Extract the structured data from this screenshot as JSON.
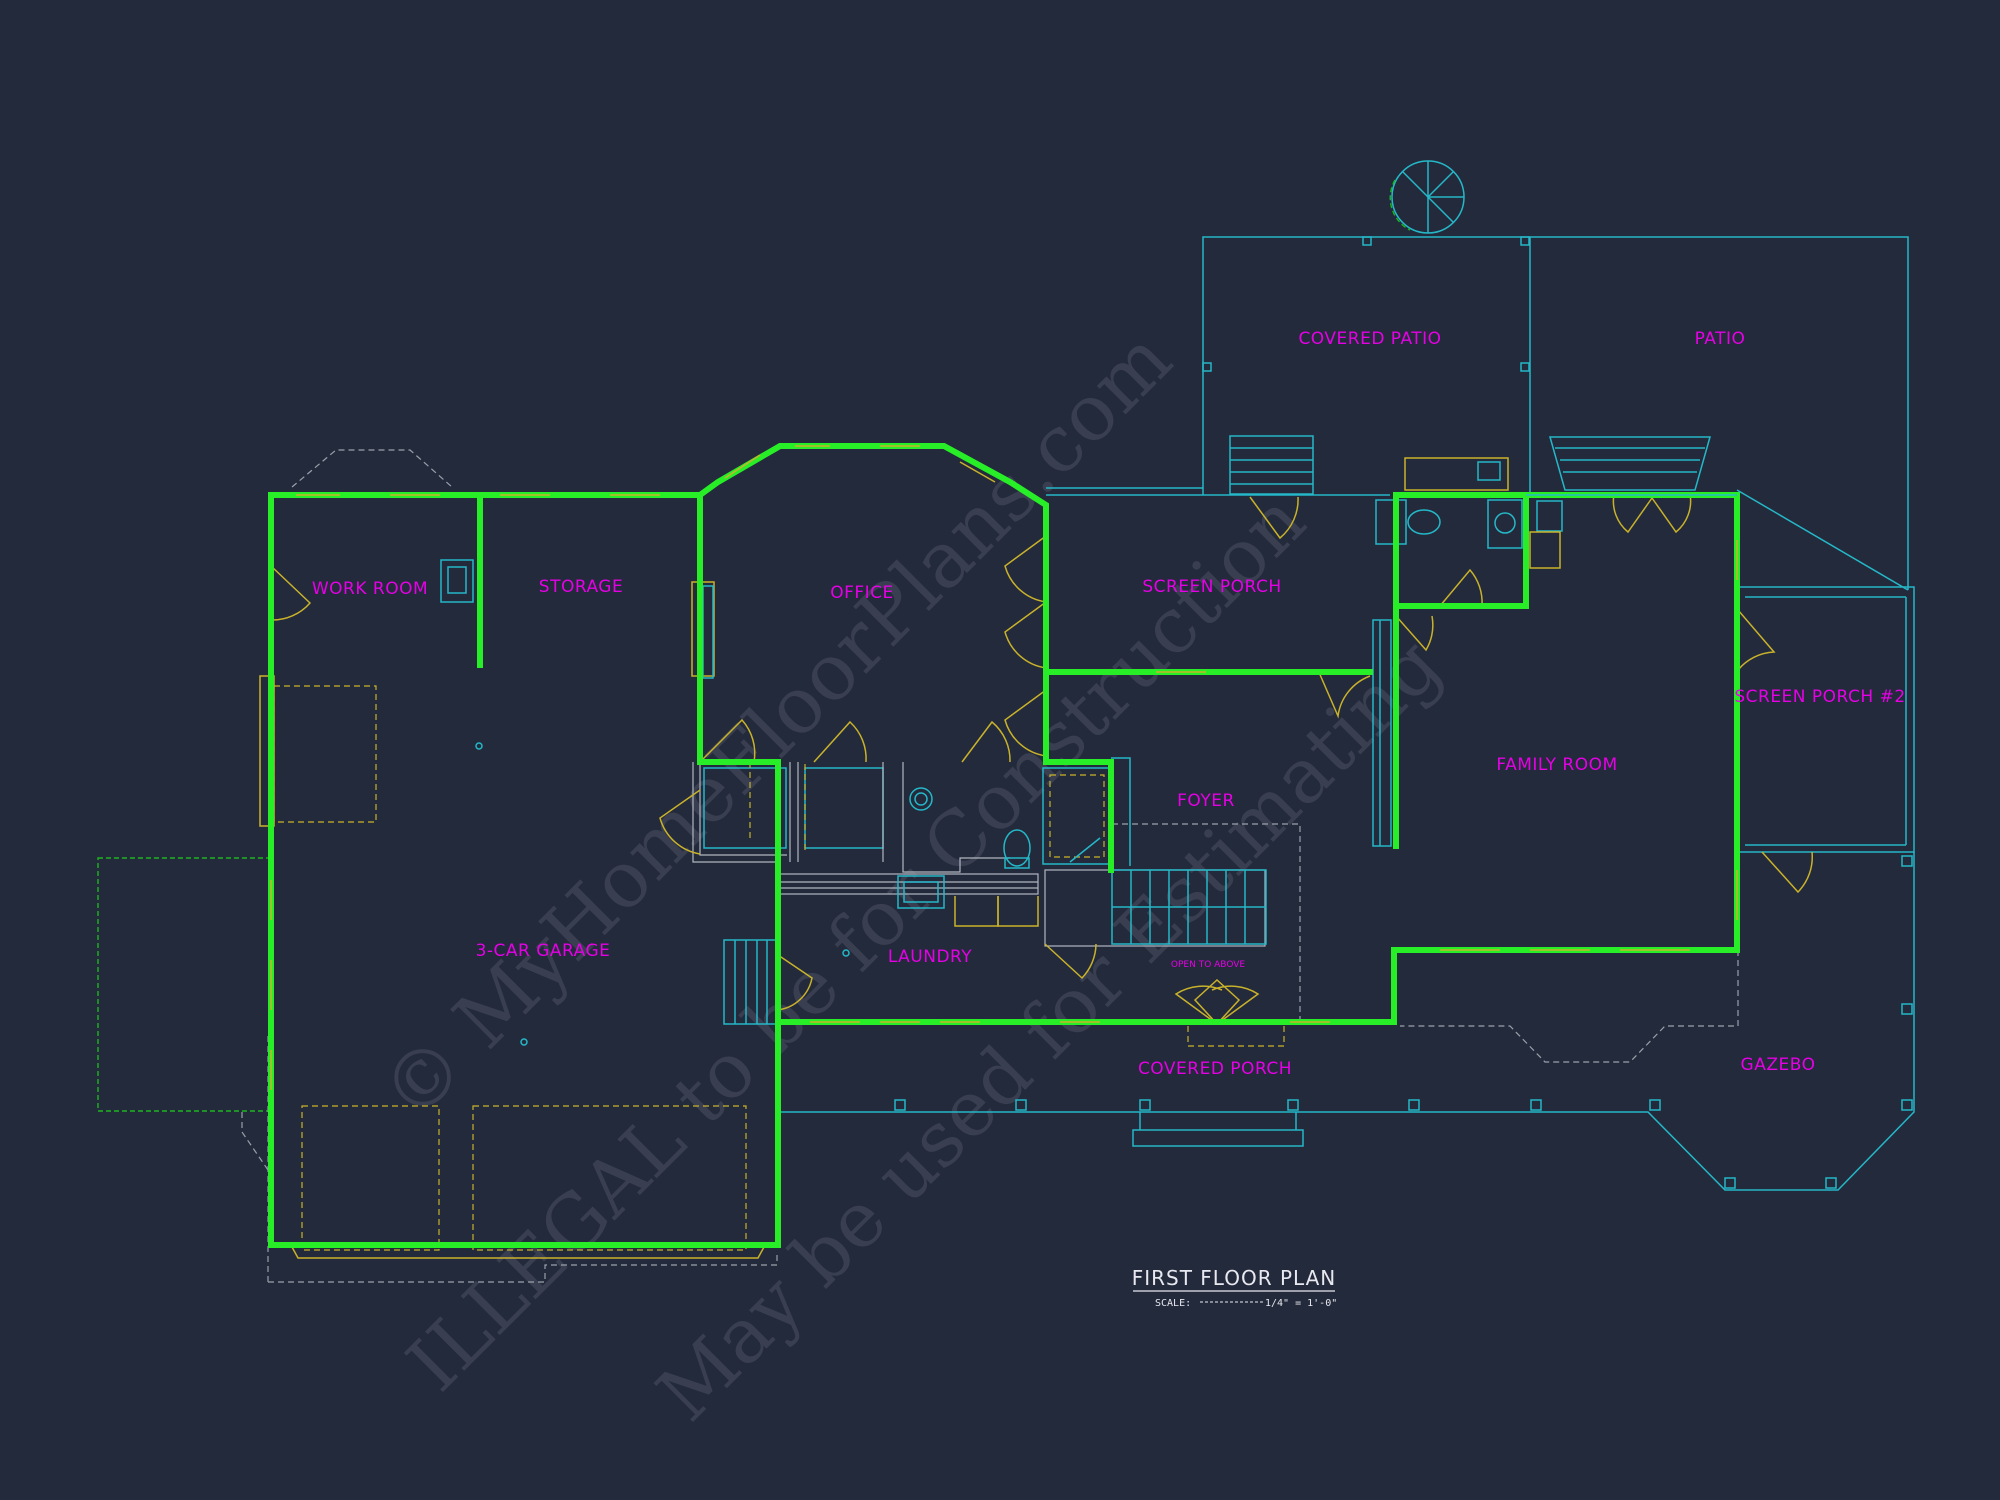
{
  "watermark": {
    "line1": "© MyHomeFloorPlans.com",
    "line2": "ILLEGAL to be for Construction",
    "line3": "May be used for Estimating"
  },
  "rooms": {
    "work_room": "WORK ROOM",
    "storage": "STORAGE",
    "office": "OFFICE",
    "screen_porch": "SCREEN PORCH",
    "covered_patio": "COVERED PATIO",
    "patio": "PATIO",
    "family_room": "FAMILY ROOM",
    "screen_porch_2": "SCREEN PORCH #2",
    "foyer": "FOYER",
    "laundry": "LAUNDRY",
    "garage": "3-CAR GARAGE",
    "covered_porch": "COVERED PORCH",
    "gazebo": "GAZEBO",
    "open_to_above": "OPEN TO ABOVE"
  },
  "title": {
    "name": "FIRST FLOOR PLAN",
    "scale_label": "SCALE:",
    "scale_value": "1/4\" = 1'-0\""
  },
  "colors": {
    "background": "#232a3b",
    "walls": "#28ee28",
    "outline": "#25b8c8",
    "fixtures": "#c9b22b",
    "labels": "#e600e6"
  }
}
